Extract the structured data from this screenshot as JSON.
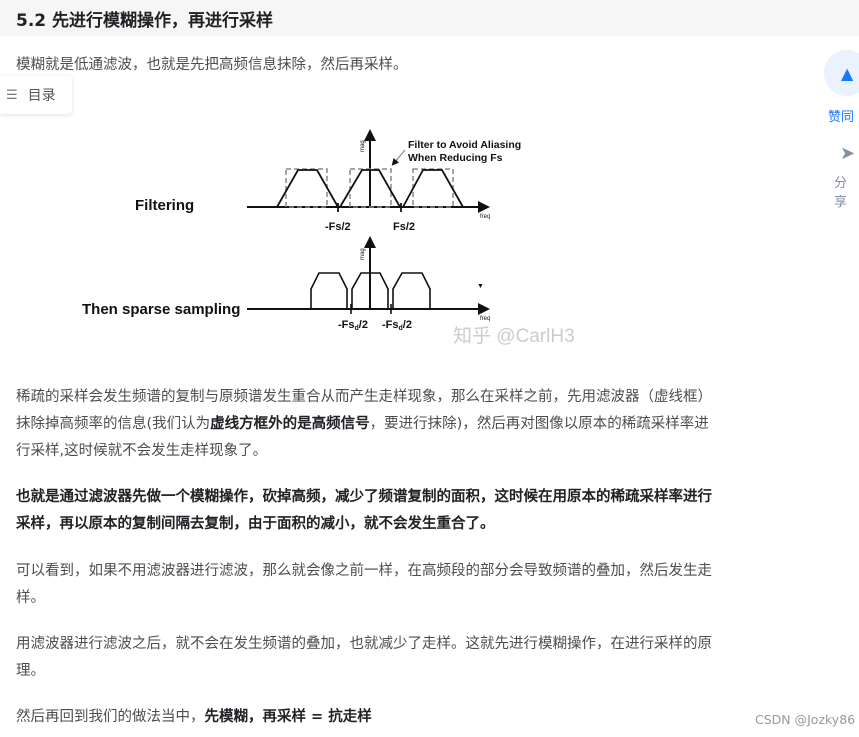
{
  "heading": "5.2 先进行模糊操作，再进行采样",
  "toc_label": "目录",
  "side": {
    "like_label": "赞同",
    "share_label": "分享",
    "accent": "#1677ff"
  },
  "paragraphs": {
    "p1": "模糊就是低通滤波，也就是先把高频信息抹除，然后再采样。",
    "p2a": "稀疏的采样会发生频谱的复制与原频谱发生重合从而产生走样现象，那么在采样之前，先用滤波器（虚线框）抹除掉高频率的信息(我们认为",
    "p2b": "虚线方框外的是高频信号",
    "p2c": "，要进行抹除)，然后再对图像以原本的稀疏采样率进行采样,这时候就不会发生走样现象了。",
    "p3": "也就是通过滤波器先做一个模糊操作，砍掉高频，减少了频谱复制的面积，这时候在用原本的稀疏采样率进行采样，再以原本的复制间隔去复制，由于面积的减小，就不会发生重合了。",
    "p4": "可以看到，如果不用滤波器进行滤波，那么就会像之前一样，在高频段的部分会导致频谱的叠加，然后发生走样。",
    "p5": "用滤波器进行滤波之后，就不会在发生频谱的叠加，也就减少了走样。这就先进行模糊操作，在进行采样的原理。",
    "p6a": "然后再回到我们的做法当中，",
    "p6b": "先模糊，再采样 = 抗走样"
  },
  "figure": {
    "row1_label": "Filtering",
    "row2_label": "Then sparse sampling",
    "annotation_line1": "Filter to Avoid Aliasing",
    "annotation_line2": "When Reducing Fs",
    "y_axis": "mag",
    "x_axis": "freq",
    "tick_neg_fs": "-Fs/2",
    "tick_pos_fs": "Fs/2",
    "tick_neg_fsd": "-Fs",
    "tick_fsd_sub": "d",
    "tick_fsd_suffix": "/2",
    "watermark": "知乎 @CarlH3"
  },
  "csdn_watermark": "CSDN @Jozky86"
}
